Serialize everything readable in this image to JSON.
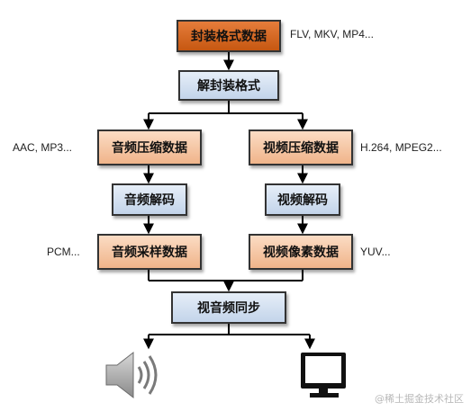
{
  "nodes": {
    "container": "封装格式数据",
    "demux": "解封装格式",
    "audio_compressed": "音频压缩数据",
    "video_compressed": "视频压缩数据",
    "audio_decode": "音频解码",
    "video_decode": "视频解码",
    "audio_samples": "音频采样数据",
    "video_pixels": "视频像素数据",
    "av_sync": "视音频同步"
  },
  "notes": {
    "container_formats": "FLV, MKV, MP4...",
    "audio_formats": "AAC, MP3...",
    "video_formats": "H.264, MPEG2...",
    "audio_raw": "PCM...",
    "video_raw": "YUV..."
  },
  "watermark": "@稀土掘金技术社区",
  "colors": {
    "container_fill": "#d8691f",
    "orange_fill": "#f6c7a2",
    "blue_fill": "#d5e2f2",
    "border": "#333333"
  },
  "icons": {
    "speaker": "speaker-icon",
    "monitor": "monitor-icon"
  }
}
